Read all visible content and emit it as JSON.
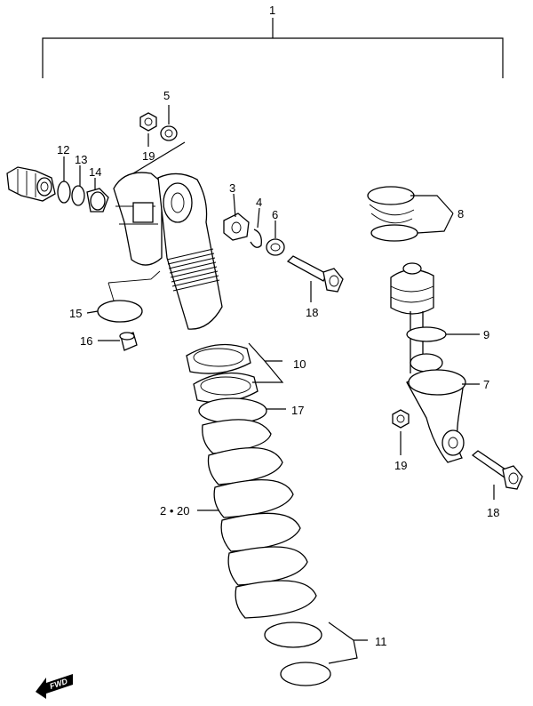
{
  "diagram": {
    "callouts": [
      {
        "id": "c1",
        "text": "1"
      },
      {
        "id": "c5",
        "text": "5"
      },
      {
        "id": "c19a",
        "text": "19"
      },
      {
        "id": "c12",
        "text": "12"
      },
      {
        "id": "c13",
        "text": "13"
      },
      {
        "id": "c14",
        "text": "14"
      },
      {
        "id": "c3",
        "text": "3"
      },
      {
        "id": "c4",
        "text": "4"
      },
      {
        "id": "c6",
        "text": "6"
      },
      {
        "id": "c8",
        "text": "8"
      },
      {
        "id": "c18a",
        "text": "18"
      },
      {
        "id": "c15",
        "text": "15"
      },
      {
        "id": "c16",
        "text": "16"
      },
      {
        "id": "c9",
        "text": "9"
      },
      {
        "id": "c10",
        "text": "10"
      },
      {
        "id": "c7",
        "text": "7"
      },
      {
        "id": "c17",
        "text": "17"
      },
      {
        "id": "c19b",
        "text": "19"
      },
      {
        "id": "c2_20",
        "text": "2 • 20"
      },
      {
        "id": "c18b",
        "text": "18"
      },
      {
        "id": "c11",
        "text": "11"
      }
    ],
    "fwd_badge": "FWD"
  }
}
